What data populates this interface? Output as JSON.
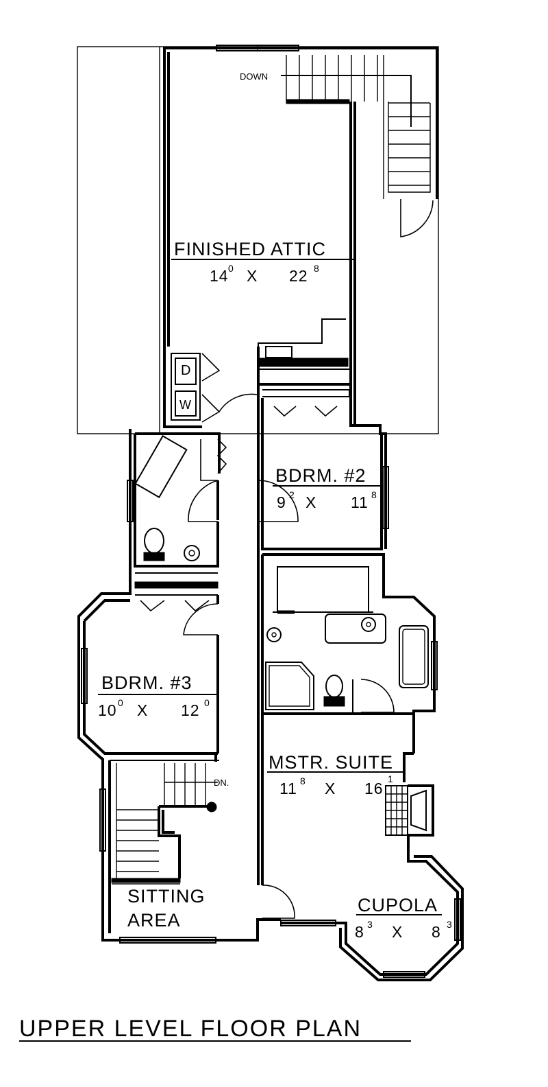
{
  "title": "UPPER LEVEL FLOOR PLAN",
  "rooms": {
    "attic": {
      "name": "FINISHED ATTIC",
      "dim_a": "14",
      "dim_a_sup": "0",
      "dim_b": "22",
      "dim_b_sup": "8"
    },
    "bdrm2": {
      "name": "BDRM. #2",
      "dim_a": "9",
      "dim_a_sup": "2",
      "dim_b": "11",
      "dim_b_sup": "8"
    },
    "bdrm3": {
      "name": "BDRM. #3",
      "dim_a": "10",
      "dim_a_sup": "0",
      "dim_b": "12",
      "dim_b_sup": "0"
    },
    "mstr": {
      "name": "MSTR. SUITE",
      "dim_a": "11",
      "dim_a_sup": "8",
      "dim_b": "16",
      "dim_b_sup": "1"
    },
    "cupola": {
      "name": "CUPOLA",
      "dim_a": "8",
      "dim_a_sup": "3",
      "dim_b": "8",
      "dim_b_sup": "3"
    },
    "sitting": {
      "name_line1": "SITTING",
      "name_line2": "AREA"
    }
  },
  "dim_separator": "X",
  "stairs": {
    "down_upper": "DOWN",
    "down_lower": "DN."
  },
  "fixtures": {
    "dryer": "D",
    "washer": "W"
  }
}
